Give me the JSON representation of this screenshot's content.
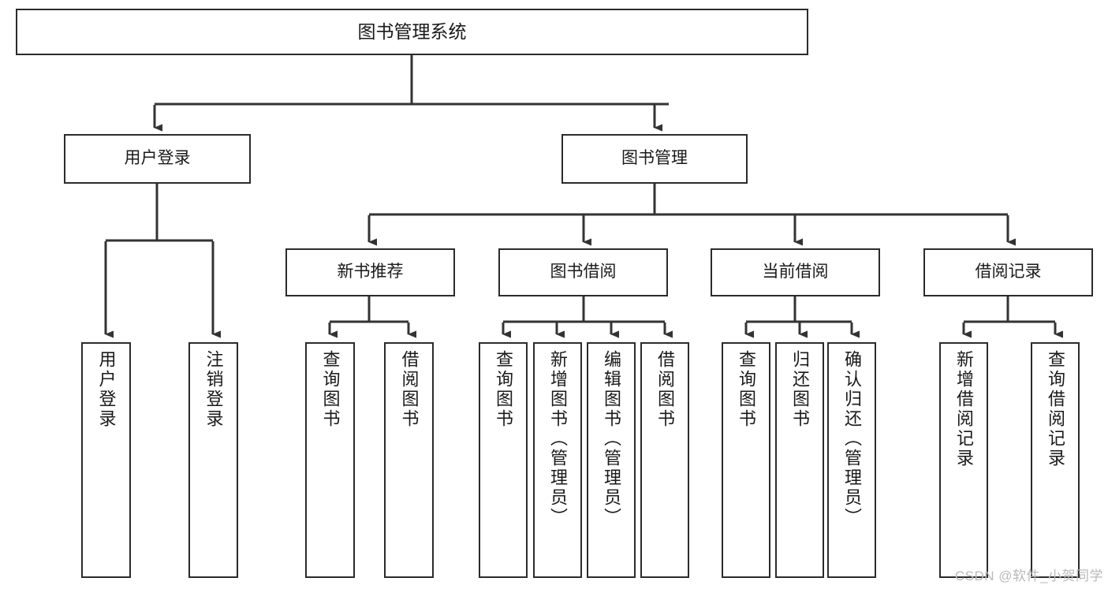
{
  "diagram": {
    "title": "图书管理系统",
    "type": "function-structure-tree",
    "watermark": "CSDN @软件_小贺同学",
    "colors": {
      "box_border": "#2b2b2b",
      "connector": "#333333",
      "text": "#1a1a1a",
      "background": "#ffffff",
      "watermark": "#b9b9b9"
    },
    "nodes": {
      "root": {
        "label": "图书管理系统"
      },
      "level2": [
        {
          "label": "用户登录"
        },
        {
          "label": "图书管理"
        }
      ],
      "level3": [
        {
          "label": "新书推荐"
        },
        {
          "label": "图书借阅"
        },
        {
          "label": "当前借阅"
        },
        {
          "label": "借阅记录"
        }
      ],
      "leaves": {
        "user_login": [
          {
            "label": "用户登录"
          },
          {
            "label": "注销登录"
          }
        ],
        "new_book_recommend": [
          {
            "label": "查询图书"
          },
          {
            "label": "借阅图书"
          }
        ],
        "book_borrow": [
          {
            "label": "查询图书"
          },
          {
            "label": "新增图书（管理员）"
          },
          {
            "label": "编辑图书（管理员）"
          },
          {
            "label": "借阅图书"
          }
        ],
        "current_borrow": [
          {
            "label": "查询图书"
          },
          {
            "label": "归还图书"
          },
          {
            "label": "确认归还（管理员）"
          }
        ],
        "borrow_record": [
          {
            "label": "新增借阅记录"
          },
          {
            "label": "查询借阅记录"
          }
        ]
      }
    }
  }
}
